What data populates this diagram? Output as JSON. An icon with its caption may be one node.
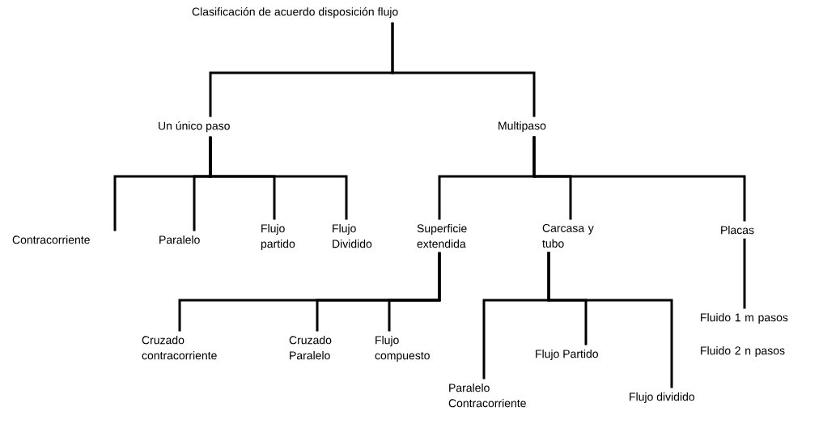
{
  "diagram": {
    "nodes": [
      {
        "text": [
          "Clasificación de acuerdo disposición flujo"
        ]
      },
      {
        "text": [
          "Un único paso"
        ]
      },
      {
        "text": [
          "Multipaso"
        ]
      },
      {
        "text": [
          "Contracorriente"
        ]
      },
      {
        "text": [
          "Paralelo"
        ]
      },
      {
        "text": [
          "Flujo partido"
        ]
      },
      {
        "text": [
          "Flujo Dividido"
        ]
      },
      {
        "text": [
          "Superficie extendida"
        ]
      },
      {
        "text": [
          "Carcasa y tubo"
        ]
      },
      {
        "text": [
          "Placas"
        ]
      },
      {
        "text": [
          "Cruzado contracorriente"
        ]
      },
      {
        "text": [
          "Cruzado Paralelo"
        ]
      },
      {
        "text": [
          "Flujo compuesto"
        ]
      },
      {
        "text": [
          "Paralelo Contracorriente"
        ]
      },
      {
        "text": [
          "Flujo Partido"
        ]
      },
      {
        "text": [
          "Flujo dividido"
        ]
      },
      {
        "text": [
          "Fluido 1 m pasos",
          "Fluido 2 n pasos"
        ]
      }
    ],
    "edges": [
      {
        "from": 0,
        "to": 1,
        "arrow": "none"
      },
      {
        "from": 0,
        "to": 2,
        "arrow": "none"
      },
      {
        "from": 1,
        "to": 3,
        "arrow": "none"
      },
      {
        "from": 1,
        "to": 4,
        "arrow": "none"
      },
      {
        "from": 1,
        "to": 5,
        "arrow": "none"
      },
      {
        "from": 1,
        "to": 6,
        "arrow": "none"
      },
      {
        "from": 2,
        "to": 7,
        "arrow": "none"
      },
      {
        "from": 2,
        "to": 8,
        "arrow": "none"
      },
      {
        "from": 2,
        "to": 9,
        "arrow": "none"
      },
      {
        "from": 7,
        "to": 10,
        "arrow": "none"
      },
      {
        "from": 7,
        "to": 11,
        "arrow": "none"
      },
      {
        "from": 7,
        "to": 12,
        "arrow": "none"
      },
      {
        "from": 8,
        "to": 13,
        "arrow": "none"
      },
      {
        "from": 8,
        "to": 14,
        "arrow": "none"
      },
      {
        "from": 8,
        "to": 15,
        "arrow": "none"
      },
      {
        "from": 9,
        "to": 16,
        "arrow": "none"
      }
    ]
  }
}
